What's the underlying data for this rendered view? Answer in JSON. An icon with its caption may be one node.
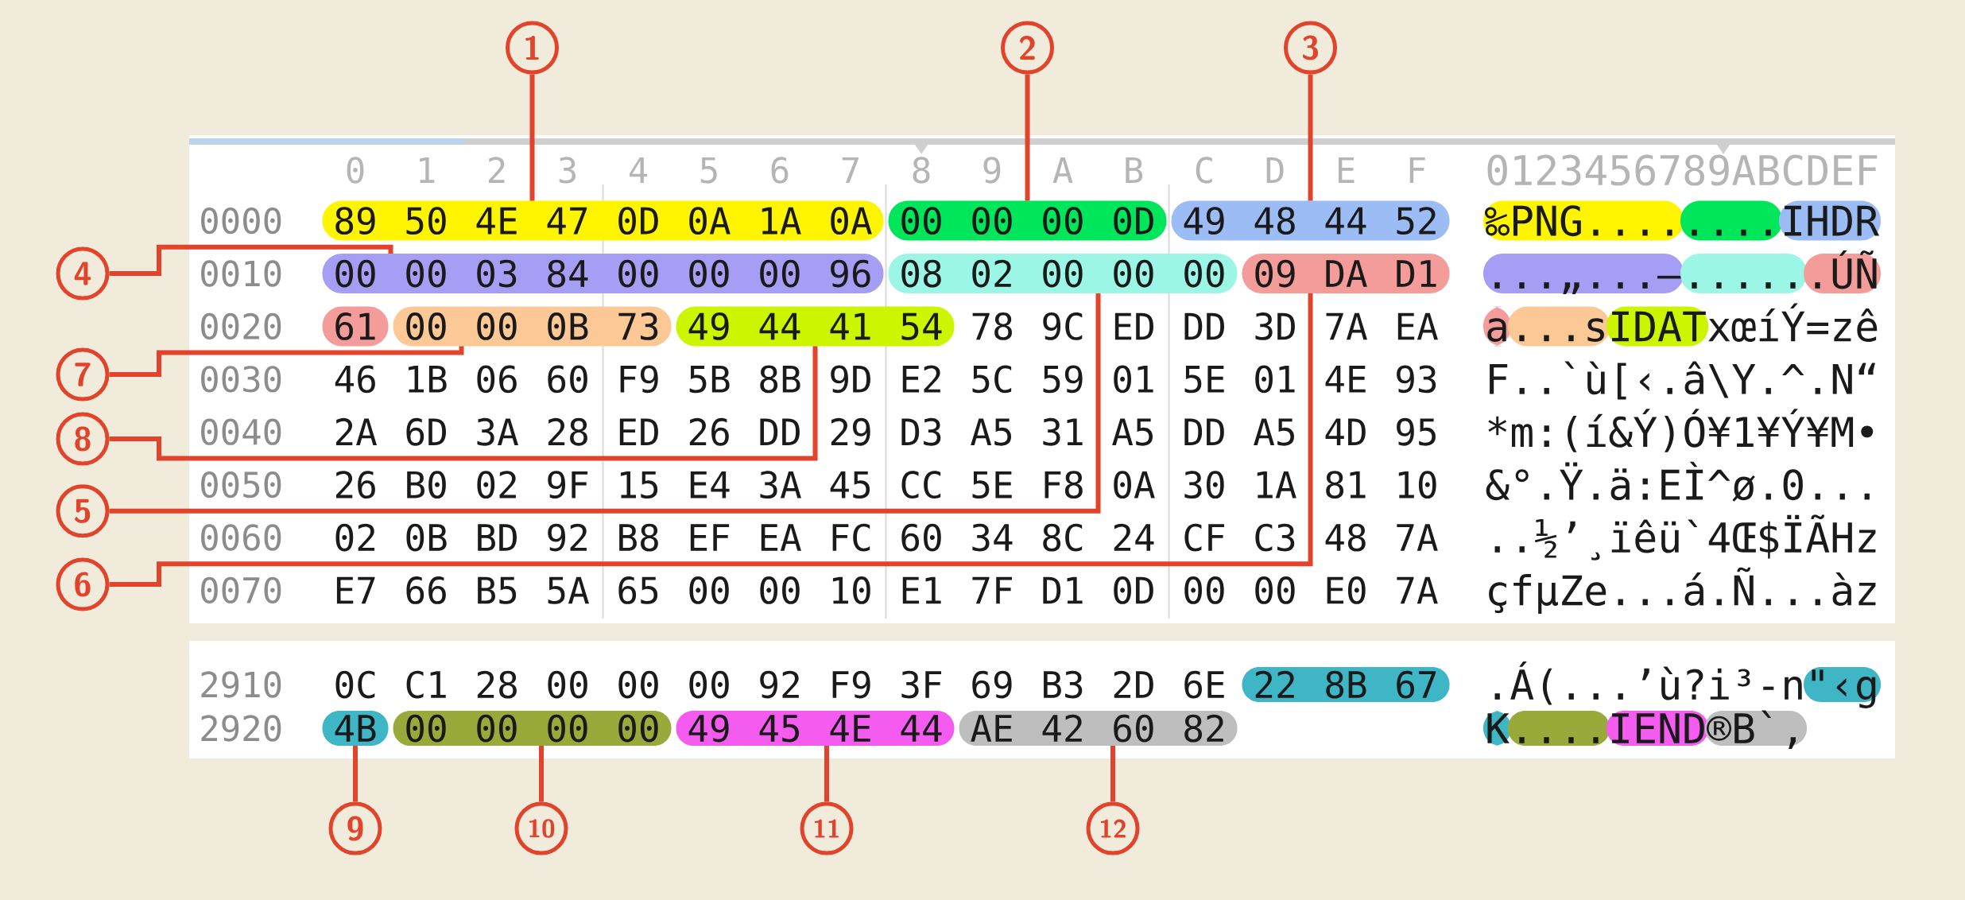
{
  "diagram": {
    "nodes": [
      {
        "text": [
          "1"
        ]
      },
      {
        "text": [
          "2"
        ]
      },
      {
        "text": [
          "3"
        ]
      },
      {
        "text": [
          "89 50 4E 47 0D 0A 1A 0A"
        ]
      },
      {
        "text": [
          "00 00 00 0D"
        ]
      },
      {
        "text": [
          "49 48 44 52"
        ]
      },
      {
        "text": [
          "‰PNG...."
        ]
      },
      {
        "text": [
          "...."
        ]
      },
      {
        "text": [
          "IHDR"
        ]
      },
      {
        "text": [
          "4"
        ]
      },
      {
        "text": [
          "00 00 03 84 00 00 00 96"
        ]
      },
      {
        "text": [
          "08 02 00 00 00"
        ]
      },
      {
        "text": [
          "09 DA D1"
        ]
      },
      {
        "text": [
          "...„...–"
        ]
      },
      {
        "text": [
          "....."
        ]
      },
      {
        "text": [
          ".ÚÑ"
        ]
      },
      {
        "text": [
          "61"
        ]
      },
      {
        "text": [
          "00 00 0B 73"
        ]
      },
      {
        "text": [
          "49 44 41 54"
        ]
      },
      {
        "text": [
          "a"
        ]
      },
      {
        "text": [
          "...s"
        ]
      },
      {
        "text": [
          "IDAT"
        ]
      },
      {
        "text": [
          "7"
        ]
      },
      {
        "text": [
          "8"
        ]
      },
      {
        "text": [
          "5"
        ]
      },
      {
        "text": [
          "6"
        ]
      },
      {
        "text": [
          "22 8B 67"
        ]
      },
      {
        "text": [
          "\"‹g"
        ]
      },
      {
        "text": [
          "4B"
        ]
      },
      {
        "text": [
          "00 00 00 00"
        ]
      },
      {
        "text": [
          "49 45 4E 44"
        ]
      },
      {
        "text": [
          "AE 42 60 82"
        ]
      },
      {
        "text": [
          "K"
        ]
      },
      {
        "text": [
          "...."
        ]
      },
      {
        "text": [
          "IEND"
        ]
      },
      {
        "text": [
          "®B`‚"
        ]
      },
      {
        "text": [
          "9"
        ]
      },
      {
        "text": [
          "10"
        ]
      },
      {
        "text": [
          "11"
        ]
      },
      {
        "text": [
          "12"
        ]
      }
    ],
    "edges": [
      {
        "from": 0,
        "to": 3,
        "arrow": "none"
      },
      {
        "from": 1,
        "to": 4,
        "arrow": "none"
      },
      {
        "from": 2,
        "to": 5,
        "arrow": "none"
      },
      {
        "from": 9,
        "to": 10,
        "arrow": "none"
      },
      {
        "from": 22,
        "to": 17,
        "arrow": "none"
      },
      {
        "from": 23,
        "to": 18,
        "arrow": "none"
      },
      {
        "from": 24,
        "to": 11,
        "arrow": "none"
      },
      {
        "from": 25,
        "to": 12,
        "arrow": "none"
      },
      {
        "from": 36,
        "to": 28,
        "arrow": "none"
      },
      {
        "from": 37,
        "to": 29,
        "arrow": "none"
      },
      {
        "from": 38,
        "to": 30,
        "arrow": "none"
      },
      {
        "from": 39,
        "to": 31,
        "arrow": "none"
      }
    ],
    "labels": [
      "0",
      "1",
      "2",
      "3",
      "4",
      "5",
      "6",
      "7",
      "8",
      "9",
      "A",
      "B",
      "C",
      "D",
      "E",
      "F",
      "0123456789ABCDEF",
      "0000",
      "0010",
      "0020",
      "78 9C ED DD 3D 7A EA",
      "xœíÝ=zê",
      "0030",
      "46 1B 06 60 F9 5B 8B 9D E2 5C 59 01 5E 01 4E 93",
      "F..`ù[‹.â\\Y.^.N“",
      "0040",
      "2A 6D 3A 28 ED 26 DD 29 D3 A5 31 A5 DD A5 4D 95",
      "*m:(í&Ý)Ó¥1¥Ý¥M•",
      "0050",
      "26 B0 02 9F 15 E4 3A 45 CC 5E F8 0A 30 1A 81 10",
      "&°.Ÿ.ä:EÌ^ø.0...",
      "0060",
      "02 0B BD 92 B8 EF EA FC 60 34 8C 24 CF C3 48 7A",
      "..½’¸ïêü`4Œ$ÏÃHz",
      "0070",
      "E7 66 B5 5A 65 00 00 10 E1 7F D1 0D 00 00 E0 7A",
      "çfµZe...á.Ñ...àz",
      "2910",
      "0C C1 28 00 00 00 92 F9 3F 69 B3 2D 6E",
      ".Á(...’ù?i³-n",
      "2920"
    ]
  }
}
